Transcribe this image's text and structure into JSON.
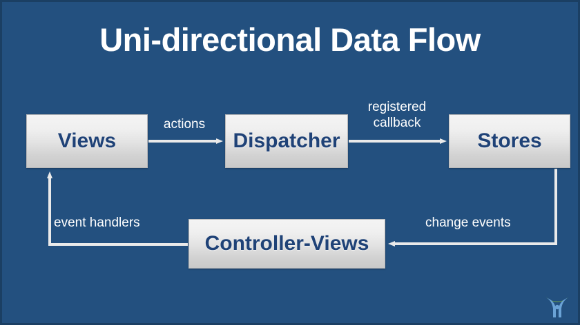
{
  "slide": {
    "title": "Uni-directional Data Flow",
    "background_color": "#23507f",
    "frame_color": "#1b3f63",
    "title_color": "#ffffff"
  },
  "diagram": {
    "type": "flow-diagram",
    "node_text_color": "#1f4277",
    "node_fill_top": "#f4f4f4",
    "node_fill_bottom": "#c9c9c9",
    "connector_color": "#eaeaea",
    "nodes": [
      {
        "id": "views",
        "label": "Views"
      },
      {
        "id": "dispatcher",
        "label": "Dispatcher"
      },
      {
        "id": "stores",
        "label": "Stores"
      },
      {
        "id": "controller",
        "label": "Controller-Views"
      }
    ],
    "edges": [
      {
        "from": "views",
        "to": "dispatcher",
        "label": "actions"
      },
      {
        "from": "dispatcher",
        "to": "stores",
        "label": "registered\ncallback"
      },
      {
        "from": "stores",
        "to": "controller",
        "label": "change events"
      },
      {
        "from": "controller",
        "to": "views",
        "label": "event handlers"
      }
    ]
  },
  "logo": {
    "name": "brand-logo",
    "arc_color": "#8cc63f",
    "figure_color": "#6ba3d6"
  }
}
